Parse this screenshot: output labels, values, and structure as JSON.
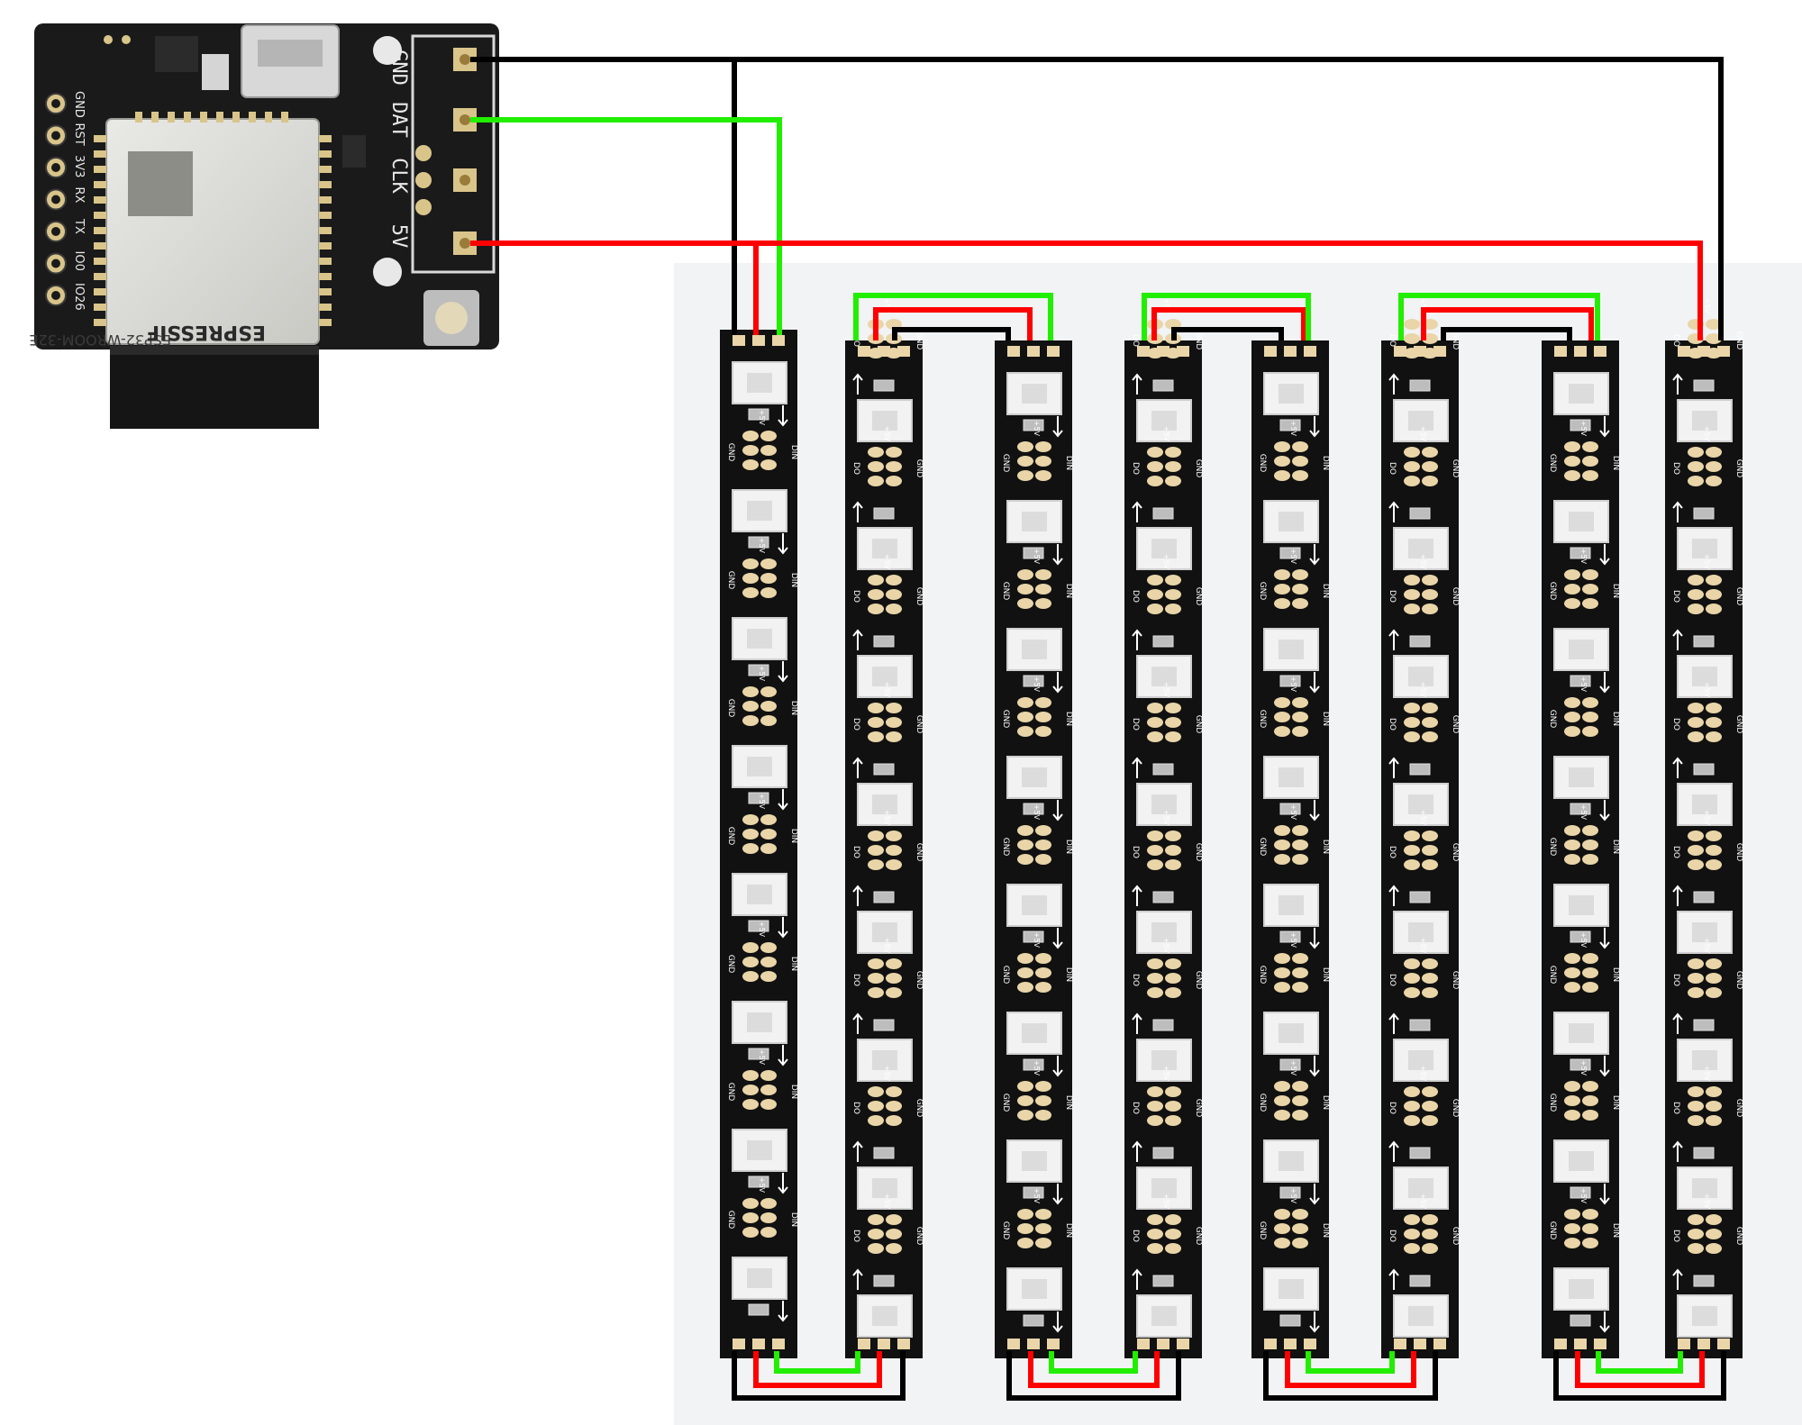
{
  "board": {
    "module_brand": "ESPRESSIF",
    "module_model": "ESP32-WROOM-32E",
    "side_pins": [
      "GND",
      "RST",
      "3V3",
      "RX",
      "TX",
      "IO0",
      "IO26"
    ],
    "connector_labels": [
      "GND",
      "DAT",
      "CLK",
      "5V"
    ]
  },
  "strip_pad_labels": {
    "gnd": "GND",
    "vcc": "+5V",
    "din": "DIN",
    "dout": "DO"
  },
  "wire_colors": {
    "gnd": "#000000",
    "data": "#22ee00",
    "power": "#ff0000"
  },
  "strips": {
    "count": 8,
    "leds_per_strip": 8,
    "data_direction": [
      "down",
      "up",
      "down",
      "up",
      "down",
      "up",
      "down",
      "up"
    ]
  }
}
